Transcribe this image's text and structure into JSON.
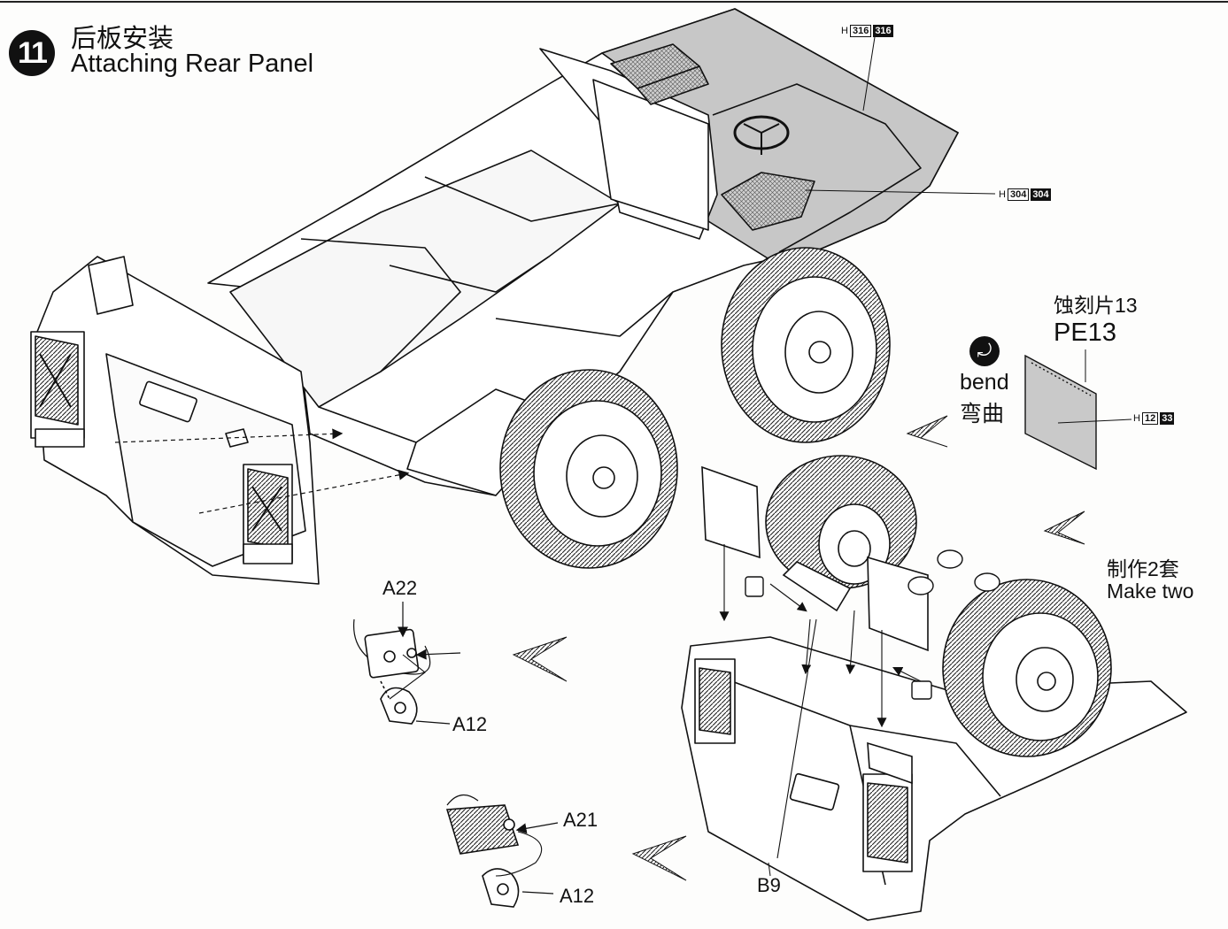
{
  "step": {
    "number": "11",
    "title_cn": "后板安装",
    "title_en": "Attaching  Rear Panel"
  },
  "color_codes": {
    "code_316": {
      "prefix": "H",
      "ref1": "316",
      "ref2": "316"
    },
    "code_304": {
      "prefix": "H",
      "ref1": "304",
      "ref2": "304"
    },
    "code_12": {
      "prefix": "H",
      "ref1": "12",
      "ref2": "33"
    }
  },
  "photo_etch": {
    "label_cn": "蚀刻片13",
    "label_en": "PE13"
  },
  "bend_note": {
    "icon": "bend-arrow-icon",
    "label_en": "bend",
    "label_cn": "弯曲"
  },
  "quantity_note": {
    "label_cn": "制作2套",
    "label_en": "Make two"
  },
  "part_labels": {
    "a22": "A22",
    "a12_top": "A12",
    "a21": "A21",
    "a12_bottom": "A12",
    "b9": "B9"
  }
}
